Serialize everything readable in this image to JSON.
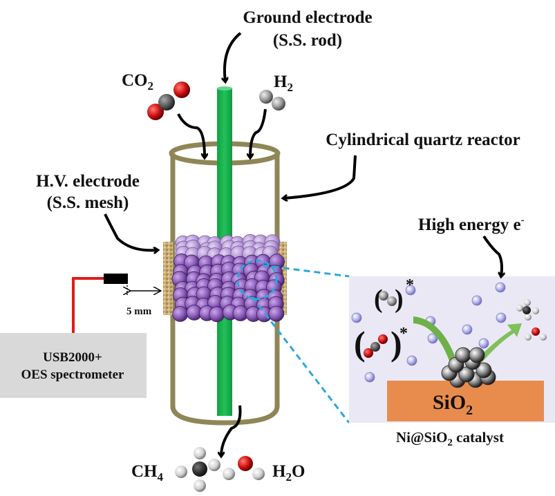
{
  "title_labels": {
    "ground_electrode_line1": "Ground electrode",
    "ground_electrode_line2": "(S.S. rod)",
    "reactor": "Cylindrical quartz reactor",
    "hv_electrode_line1": "H.V. electrode",
    "hv_electrode_line2": "(S.S. mesh)",
    "gap": "5 mm",
    "spectrometer_line1": "USB2000+",
    "spectrometer_line2": "OES spectrometer",
    "high_energy": "High energy e",
    "high_energy_sup": "-",
    "catalyst_caption_pre": "Ni@SiO",
    "catalyst_caption_sub": "2",
    "catalyst_caption_post": " catalyst",
    "support": "SiO",
    "support_sub": "2",
    "excited_mark": "*"
  },
  "reactants": [
    {
      "name": "CO",
      "sub": "2"
    },
    {
      "name": "H",
      "sub": "2"
    }
  ],
  "products": [
    {
      "name": "CH",
      "sub": "4"
    },
    {
      "name": "H",
      "sub": "2",
      "post": "O"
    }
  ],
  "colors": {
    "rod": "#1bb04e",
    "reactor_wall": "#8f8656",
    "packing": "#8c5cb8",
    "packing_light": "#b79ad6",
    "mesh": "#c9a96a",
    "fiber": "#e01b1b",
    "probe": "#000000",
    "spectrometer_box": "#d9d9d9",
    "zoom_dash": "#2aa7dc",
    "inset_bg": "#ebe8f5",
    "sio2": "#e88c4e",
    "electron": "#b3b3f0",
    "green_arrow": "#6fb04a",
    "oxygen": "#d01010",
    "carbon": "#555555",
    "hydrogen": "#e8e8e8"
  }
}
